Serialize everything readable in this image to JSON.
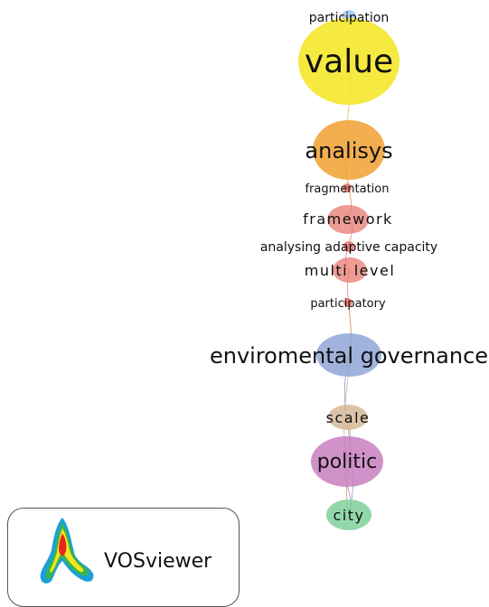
{
  "network": {
    "nodes": [
      {
        "id": "participation",
        "label": "participation",
        "color": "#a9cdee"
      },
      {
        "id": "value",
        "label": "value",
        "color": "#f5e51e"
      },
      {
        "id": "analisys",
        "label": "analisys",
        "color": "#f0a030"
      },
      {
        "id": "fragmentation",
        "label": "fragmentation",
        "color": "#e87a72"
      },
      {
        "id": "framework",
        "label": "framework",
        "color": "#e87a72"
      },
      {
        "id": "analysing-adaptive-capacity",
        "label": "analysing adaptive capacity",
        "color": "#e87a72"
      },
      {
        "id": "multi-level",
        "label": "multi level",
        "color": "#e87a72"
      },
      {
        "id": "participatory",
        "label": "participatory",
        "color": "#e87a72"
      },
      {
        "id": "enviromental-governance",
        "label": "enviromental governance",
        "color": "#8fa6d6"
      },
      {
        "id": "scale",
        "label": "scale",
        "color": "#d4b896"
      },
      {
        "id": "politic",
        "label": "politic",
        "color": "#c97fc0"
      },
      {
        "id": "city",
        "label": "city",
        "color": "#7fd09a"
      }
    ],
    "links": [
      {
        "from": "value",
        "to": "analisys",
        "color": "#e0b040"
      },
      {
        "from": "analisys",
        "to": "framework",
        "color": "#e08040"
      },
      {
        "from": "framework",
        "to": "multi-level",
        "color": "#e06060"
      },
      {
        "from": "multi-level",
        "to": "enviromental-governance",
        "color": "#e06060"
      },
      {
        "from": "participatory",
        "to": "politic",
        "color": "#c0a070"
      },
      {
        "from": "enviromental-governance",
        "to": "city",
        "color": "#5b8fd6"
      },
      {
        "from": "scale",
        "to": "city",
        "color": "#c08040"
      },
      {
        "from": "politic",
        "to": "city",
        "color": "#a070b0"
      }
    ]
  },
  "brand": {
    "name": "VOSviewer"
  }
}
